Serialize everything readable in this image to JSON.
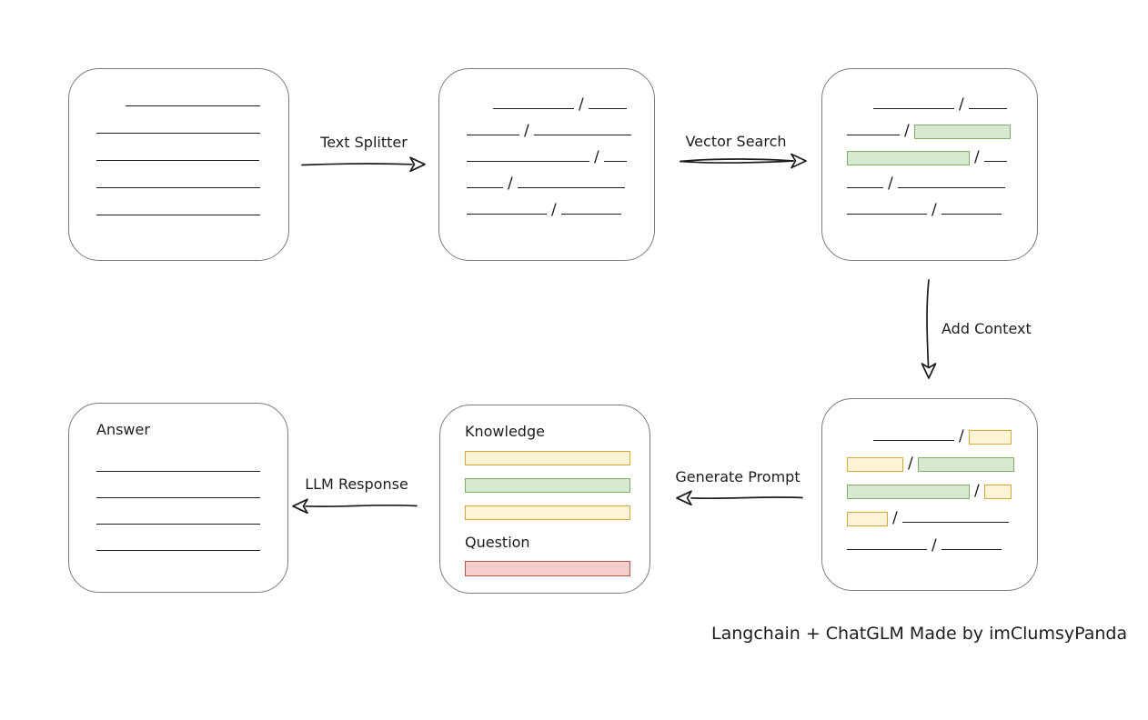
{
  "caption": "Langchain + ChatGLM Made by imClumsyPanda",
  "separator": "/",
  "colors": {
    "line": "#1c1c1c",
    "box_border": "#7b7b7b",
    "green_fill": "#d7e9d1",
    "green_stroke": "#7fad68",
    "yellow_fill": "#fdf4d5",
    "yellow_stroke": "#d6a73e",
    "red_fill": "#f6cdca",
    "red_stroke": "#b85450"
  },
  "arrows": {
    "text_splitter": "Text Splitter",
    "vector_search": "Vector Search",
    "add_context": "Add Context",
    "generate_prompt": "Generate Prompt",
    "llm_response": "LLM Response"
  },
  "boxes": {
    "document": {
      "rows": [
        {
          "indent": 32,
          "segments": [
            {
              "type": "line",
              "w": 148
            }
          ]
        },
        {
          "indent": 0,
          "segments": [
            {
              "type": "line",
              "w": 180
            }
          ]
        },
        {
          "indent": 0,
          "segments": [
            {
              "type": "line",
              "w": 179
            }
          ]
        },
        {
          "indent": 0,
          "segments": [
            {
              "type": "line",
              "w": 180
            }
          ]
        },
        {
          "indent": 0,
          "segments": [
            {
              "type": "line",
              "w": 180
            }
          ]
        }
      ]
    },
    "chunks": {
      "rows": [
        {
          "indent": 29,
          "segments": [
            {
              "type": "line",
              "w": 89
            },
            {
              "type": "line",
              "w": 42
            }
          ]
        },
        {
          "indent": 0,
          "segments": [
            {
              "type": "line",
              "w": 58
            },
            {
              "type": "line",
              "w": 107
            }
          ]
        },
        {
          "indent": 0,
          "segments": [
            {
              "type": "line",
              "w": 135
            },
            {
              "type": "line",
              "w": 25
            }
          ]
        },
        {
          "indent": 0,
          "segments": [
            {
              "type": "line",
              "w": 40
            },
            {
              "type": "line",
              "w": 118
            }
          ]
        },
        {
          "indent": 0,
          "segments": [
            {
              "type": "line",
              "w": 88
            },
            {
              "type": "line",
              "w": 66
            }
          ]
        }
      ]
    },
    "retrieved": {
      "rows": [
        {
          "indent": 29,
          "segments": [
            {
              "type": "line",
              "w": 89
            },
            {
              "type": "line",
              "w": 42
            }
          ]
        },
        {
          "indent": 0,
          "segments": [
            {
              "type": "line",
              "w": 58
            },
            {
              "type": "chunk",
              "color": "green",
              "w": 106
            }
          ]
        },
        {
          "indent": 0,
          "segments": [
            {
              "type": "chunk",
              "color": "green",
              "w": 135
            },
            {
              "type": "line",
              "w": 25
            }
          ]
        },
        {
          "indent": 0,
          "segments": [
            {
              "type": "line",
              "w": 40
            },
            {
              "type": "line",
              "w": 118
            }
          ]
        },
        {
          "indent": 0,
          "segments": [
            {
              "type": "line",
              "w": 88
            },
            {
              "type": "line",
              "w": 66
            }
          ]
        }
      ]
    },
    "context": {
      "rows": [
        {
          "indent": 29,
          "segments": [
            {
              "type": "line",
              "w": 89
            },
            {
              "type": "chunk",
              "color": "yellow",
              "w": 47
            }
          ]
        },
        {
          "indent": 0,
          "segments": [
            {
              "type": "chunk",
              "color": "yellow",
              "w": 62
            },
            {
              "type": "chunk",
              "color": "green",
              "w": 106
            }
          ]
        },
        {
          "indent": 0,
          "segments": [
            {
              "type": "chunk",
              "color": "green",
              "w": 135
            },
            {
              "type": "chunk",
              "color": "yellow",
              "w": 30
            }
          ]
        },
        {
          "indent": 0,
          "segments": [
            {
              "type": "chunk",
              "color": "yellow",
              "w": 45
            },
            {
              "type": "line",
              "w": 117
            }
          ]
        },
        {
          "indent": 0,
          "segments": [
            {
              "type": "line",
              "w": 88
            },
            {
              "type": "line",
              "w": 66
            }
          ]
        }
      ]
    },
    "prompt": {
      "knowledge_label": "Knowledge",
      "question_label": "Question"
    },
    "answer": {
      "label": "Answer"
    }
  }
}
